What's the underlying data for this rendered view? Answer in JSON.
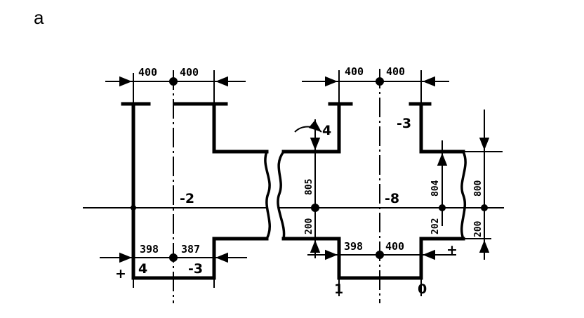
{
  "panel_label": "a",
  "left_part": {
    "dim_top_left": "400",
    "dim_top_right": "400",
    "dim_bottom_left": "398",
    "dim_bottom_right": "387",
    "label_center": "-2",
    "label_bottom_left": "4",
    "label_bottom_right": "-3",
    "sign_bottom_left": "+"
  },
  "right_part": {
    "dim_top_left": "400",
    "dim_top_right": "400",
    "dim_bottom_left": "398",
    "dim_bottom_right": "400",
    "dim_left_upper": "805",
    "dim_left_lower": "200",
    "dim_right_upper": "804",
    "dim_right_lower": "202",
    "dim_far_right_upper": "800",
    "dim_far_right_lower": "200",
    "label_top_arrow": "4",
    "label_top_right": "-3",
    "label_center": "-8",
    "label_bottom_left": "1",
    "label_bottom_right": "0",
    "sign_bottom_right": "+"
  }
}
